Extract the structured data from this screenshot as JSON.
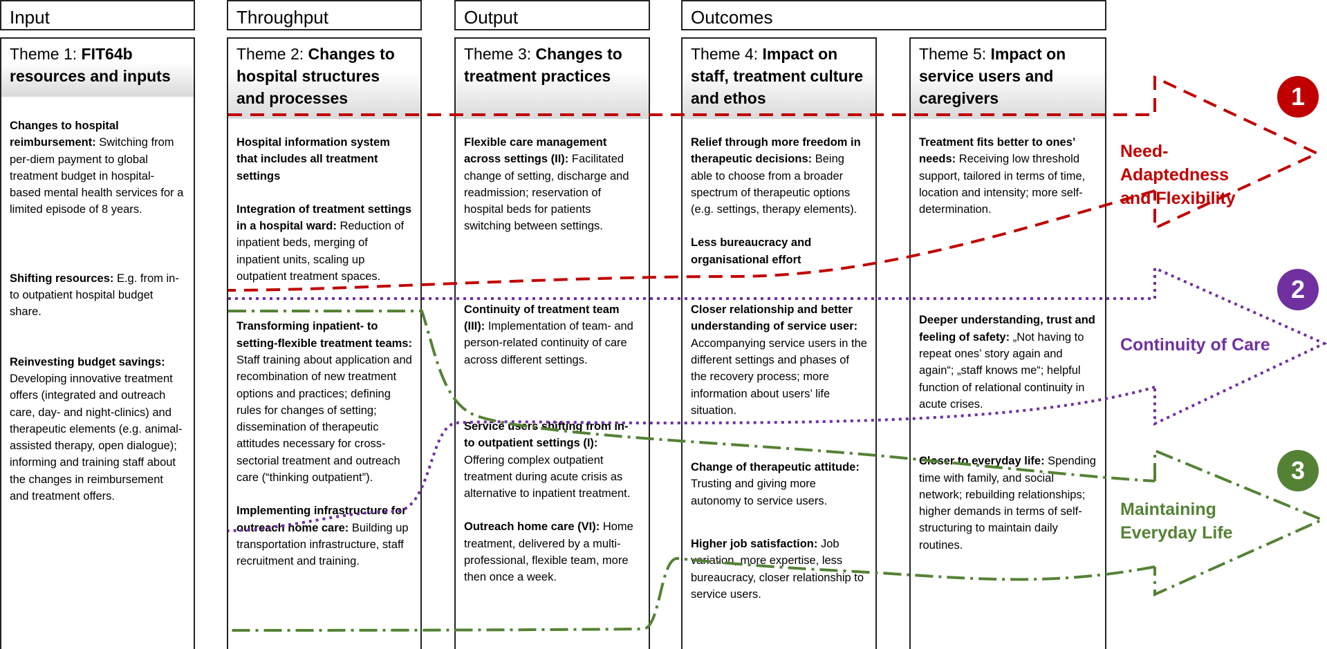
{
  "headers": {
    "input": "Input",
    "throughput": "Throughput",
    "output": "Output",
    "outcomes": "Outcomes"
  },
  "themes": [
    {
      "prefix": "Theme 1: ",
      "name": "FIT64b resources and inputs",
      "blocks": [
        {
          "head": "Changes to hospital reimbursement:",
          "text": " Switching from per-diem payment to global treatment budget in hospital-based mental health services for a limited episode of 8 years."
        },
        {
          "head": "Shifting resources:",
          "text": " E.g. from in- to outpatient hospital budget share."
        },
        {
          "head": "Reinvesting budget savings:",
          "text": " Developing innovative treatment offers (integrated and outreach care, day- and night-clinics) and therapeutic elements (e.g. animal-assisted therapy, open dialogue); informing and training staff about the changes in reimbursement and treatment offers."
        }
      ]
    },
    {
      "prefix": "Theme 2: ",
      "name": "Changes to hospital structures and processes",
      "blocks": [
        {
          "head": "Hospital information system that includes all treatment settings",
          "text": ""
        },
        {
          "head": "Integration of treatment settings in a hospital ward:",
          "text": " Reduction of inpatient beds, merging of inpatient units, scaling up outpatient treatment spaces."
        },
        {
          "head": "Transforming inpatient- to setting-flexible treatment teams:",
          "text": " Staff training about application and recombination of new treatment options and practices; defining rules for changes of setting; dissemination of therapeutic attitudes necessary for cross-sectorial treatment and outreach care (“thinking outpatient”)."
        },
        {
          "head": "Implementing infrastructure for outreach home care:",
          "text": " Building up transportation infrastructure, staff recruitment and training."
        }
      ]
    },
    {
      "prefix": "Theme 3: ",
      "name": "Changes to treatment practices",
      "blocks": [
        {
          "head": "Flexible care management across settings (II):",
          "text": " Facilitated change of setting, discharge and readmission; reservation of hospital beds for patients switching between settings."
        },
        {
          "head": "Continuity of treatment team (III):",
          "text": " Implementation of team- and person-related continuity of care across different settings."
        },
        {
          "head": "Service users shifting from in- to outpatient settings (I):",
          "text": " Offering complex outpatient treatment during acute crisis as alternative to inpatient treatment."
        },
        {
          "head": "Outreach home care (VI):",
          "text": " Home treatment, delivered by a multi-professional, flexible team, more then once a week."
        }
      ]
    },
    {
      "prefix": "Theme 4: ",
      "name": "Impact on staff, treatment culture and ethos",
      "blocks": [
        {
          "head": "Relief through more freedom in therapeutic decisions:",
          "text": "  Being able to choose from a broader spectrum of therapeutic options (e.g. settings, therapy elements)."
        },
        {
          "head": "Less bureaucracy and organisational effort",
          "text": ""
        },
        {
          "head": "Closer relationship and better understanding of service user:",
          "text": " Accompanying service users in the different settings and phases of the recovery process; more information about users’ life situation."
        },
        {
          "head": "Change of therapeutic attitude:",
          "text": " Trusting and giving more autonomy to service users."
        },
        {
          "head": "Higher job satisfaction:",
          "text": " Job variation, more expertise, less bureaucracy, closer relationship to service users."
        }
      ]
    },
    {
      "prefix": "Theme 5: ",
      "name": "Impact on service users and caregivers",
      "blocks": [
        {
          "head": "Treatment fits better to ones’ needs:",
          "text": " Receiving low threshold support, tailored in terms of time, location and intensity; more self-determination."
        },
        {
          "head": "Deeper understanding, trust and feeling of safety:",
          "text": " „Not having to repeat ones’ story again and again“; „staff knows me“; helpful function of relational continuity in acute crises."
        },
        {
          "head": "Closer to everyday life:",
          "text": " Spending time with family, and social network; rebuilding relationships; higher demands in terms of self-structuring to maintain daily routines."
        }
      ]
    }
  ],
  "pathways": [
    {
      "number": "1",
      "label": "Need-Adaptedness and Flexibility",
      "color": "#c00000"
    },
    {
      "number": "2",
      "label": "Continuity of Care",
      "color": "#7030a0"
    },
    {
      "number": "3",
      "label": "Maintaining Everyday Life",
      "color": "#548235"
    }
  ]
}
